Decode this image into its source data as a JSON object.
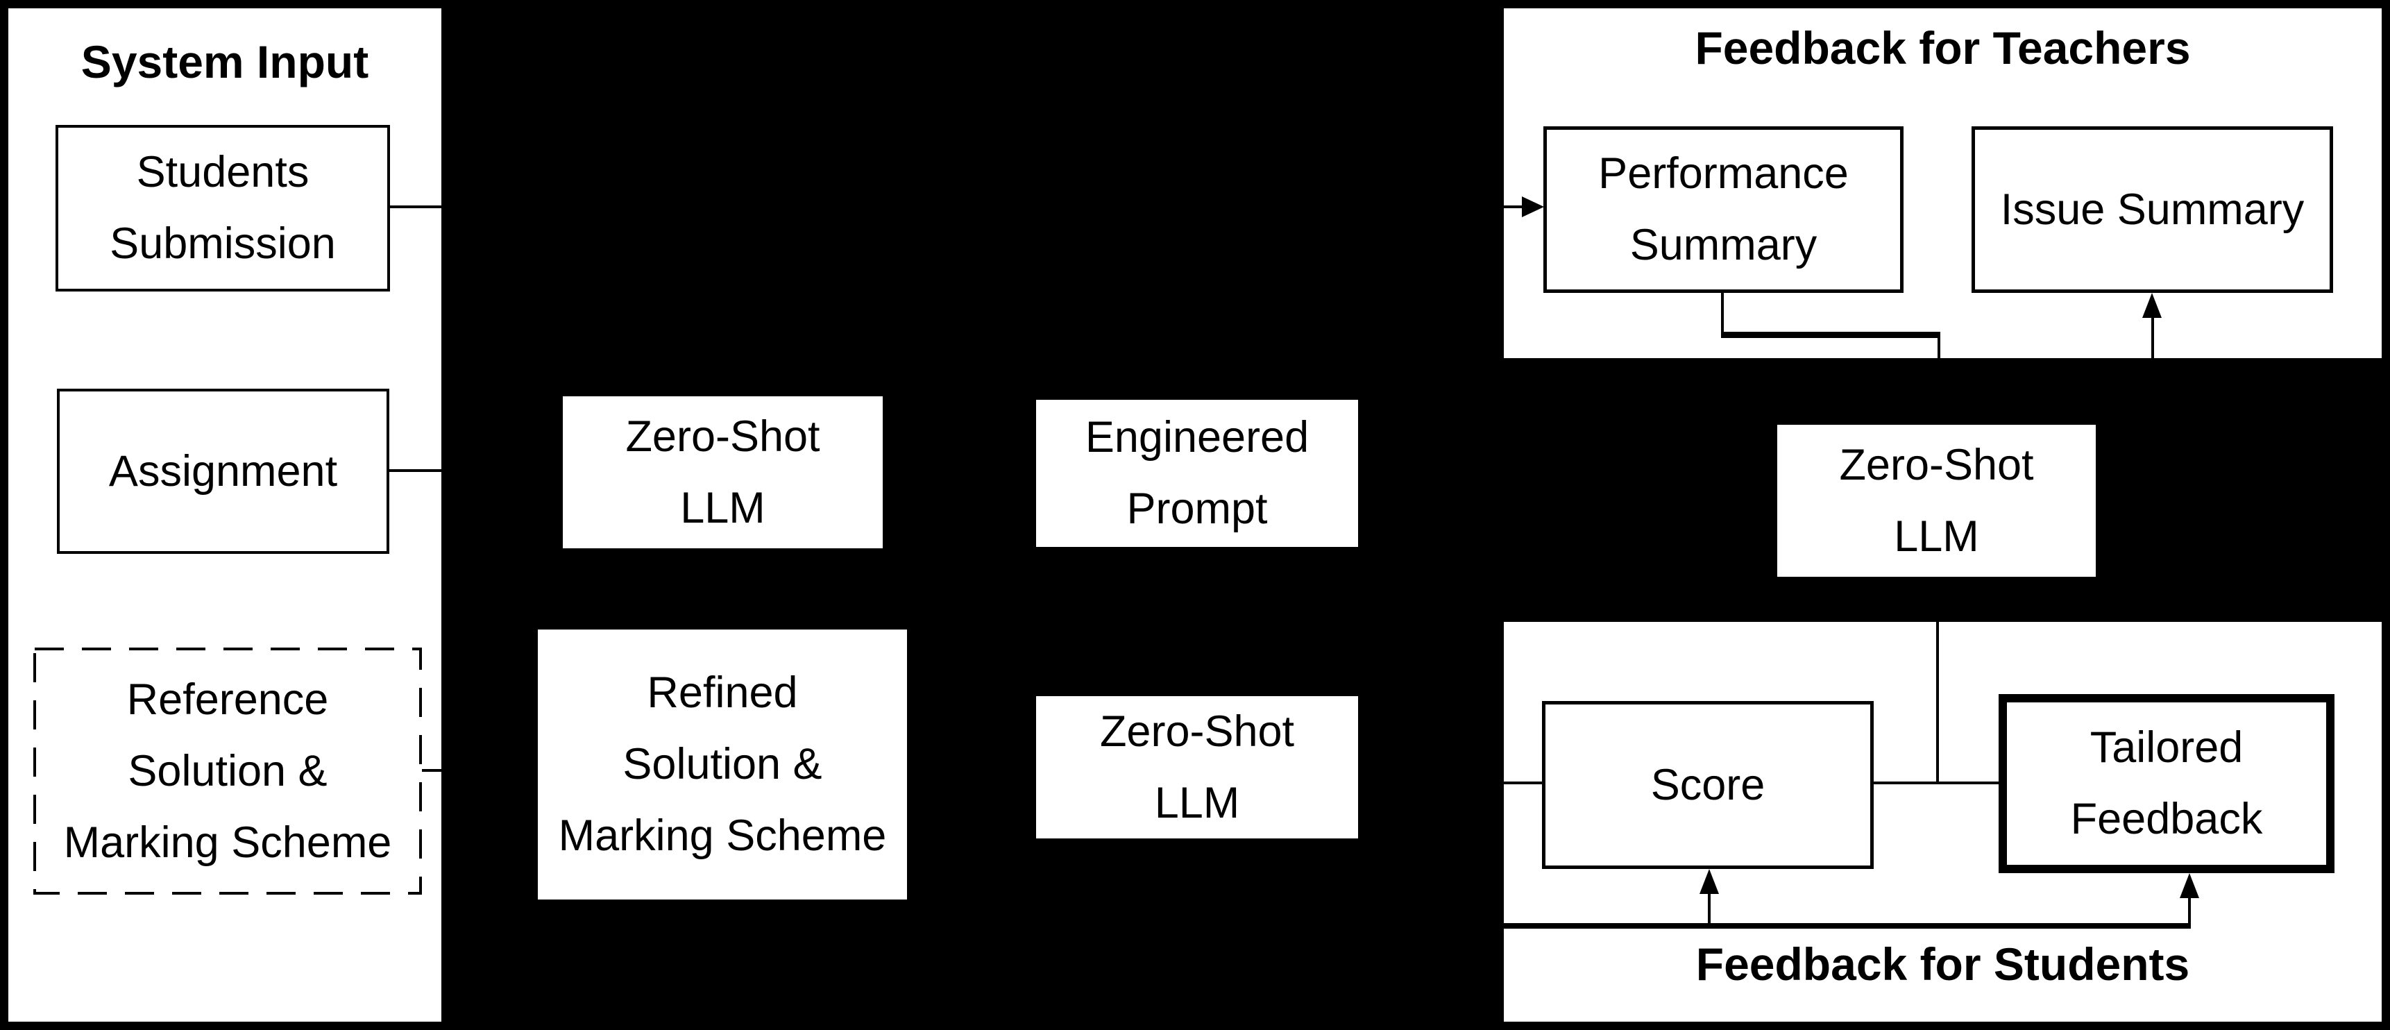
{
  "colors": {
    "background": "#000000",
    "panel_fill": "#ffffff",
    "line": "#000000"
  },
  "titles": {
    "system_input": "System Input",
    "teachers": "Feedback for Teachers",
    "students": "Feedback for Students"
  },
  "boxes": {
    "students_submission": {
      "lines": [
        "Students",
        "Submission"
      ]
    },
    "assignment": {
      "lines": [
        "Assignment"
      ]
    },
    "reference_solution": {
      "lines": [
        "Reference",
        "Solution &",
        "Marking Scheme"
      ]
    },
    "zero_shot_llm_1": {
      "lines": [
        "Zero-Shot",
        "LLM"
      ]
    },
    "engineered_prompt": {
      "lines": [
        "Engineered",
        "Prompt"
      ]
    },
    "refined_solution": {
      "lines": [
        "Refined",
        "Solution &",
        "Marking Scheme"
      ]
    },
    "zero_shot_llm_2": {
      "lines": [
        "Zero-Shot",
        "LLM"
      ]
    },
    "performance_summary": {
      "lines": [
        "Performance",
        "Summary"
      ]
    },
    "issue_summary": {
      "lines": [
        "Issue Summary"
      ]
    },
    "zero_shot_llm_3": {
      "lines": [
        "Zero-Shot",
        "LLM"
      ]
    },
    "score": {
      "lines": [
        "Score"
      ]
    },
    "tailored_feedback": {
      "lines": [
        "Tailored",
        "Feedback"
      ]
    }
  }
}
